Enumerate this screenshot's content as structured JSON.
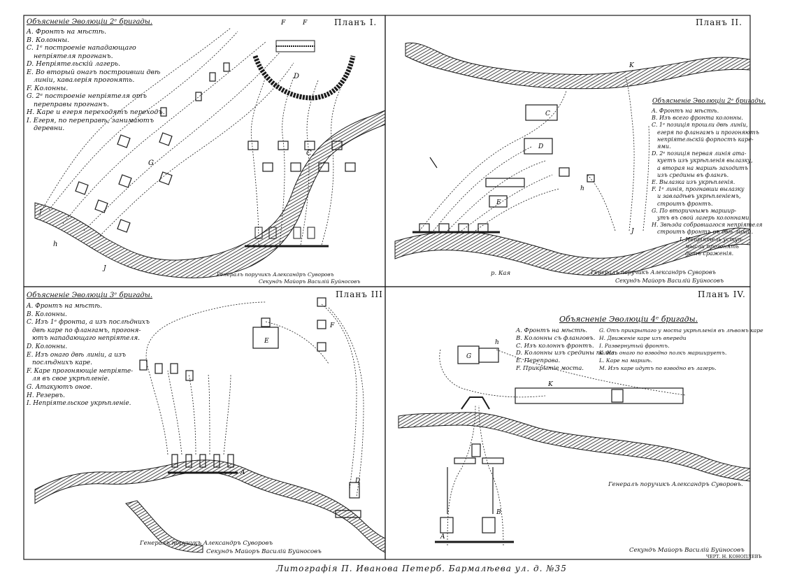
{
  "plans": {
    "p1": {
      "title": "Планъ I.",
      "legend_title": "Объясненіе Эволюціи 2ᵉ бригады.",
      "legend": [
        "A. Фронтъ на мѣстѣ.",
        "B. Колонны.",
        "C. 1ᵉ построеніе нападающаго",
        "непріятеля прогнанъ.",
        "D. Непріятельскій лагерь.",
        "E. Во вторый онагъ построивши двѣ",
        "линіи, кавалерія прогонять.",
        "F. Колонны.",
        "G. 2ᵉ построеніе непріятеля отъ",
        "переправы прогнанъ.",
        "H. Каре и егеря переходятъ переходъ.",
        "I. Егеря, по переправѣ, занимаютъ",
        "деревни."
      ],
      "signature_1": "Генералъ поручикъ Александръ Суворовъ",
      "signature_2": "Секундъ Майоръ Василій Буйносовъ"
    },
    "p2": {
      "title": "Планъ II.",
      "legend_title": "Объясненіе Эволюціи 2ᵉ бригады.",
      "legend": [
        "A. Фронтъ на мѣстѣ.",
        "B. Изъ всего фронта колонны.",
        "C. 1ᵉ позиція прошли двѣ линіи,",
        "егеря по флангамъ и прогоняютъ",
        "непріятельскій форпостъ каре-",
        "ями.",
        "D. 2ᵉ позиція первая линія ата-",
        "куетъ изъ укрѣпленія вылазку,",
        "а вторая на маршѣ заходитъ",
        "изъ средины въ флангъ.",
        "E. Вылазка изъ укрѣпленія.",
        "F. 1ᵉ линія, прогнавши вылазку",
        "и завладѣвъ укрѣпленіемъ,",
        "строитъ фронтъ.",
        "G. По вторичнымъ маршир-",
        "утъ въ свой лагерь колоннами.",
        "H. Звѣзда собравшагося непріятеля",
        "строитъ фронтъ въ двѣ линіи.",
        "I. Непріятель уступ-",
        "мысли прогонять",
        "дотъ сраженія."
      ],
      "river_label": "р. Кая",
      "signature_1": "Генералъ поручикъ Александръ Суворовъ",
      "signature_2": "Секундъ Майоръ Василій Буйносовъ"
    },
    "p3": {
      "title": "Планъ III",
      "legend_title": "Объясненіе Эволюціи 3ᵉ бригады.",
      "legend": [
        "A. Фронтъ на мѣстѣ.",
        "B. Колонны.",
        "C. Изъ 1ᵉ фронта, а изъ послѣднихъ",
        "двѣ каре по флангамъ, прогоня-",
        "ютъ нападающаго непріятеля.",
        "D. Колонны.",
        "E. Изъ онаго двѣ линіи, а изъ",
        "послѣднихъ каре.",
        "F. Каре прогоняющіе непріяте-",
        "ля въ свое укрѣпленіе.",
        "G. Атакуютъ оное.",
        "H. Резервъ.",
        "I. Непріятельское укрѣпленіе."
      ],
      "signature_1": "Генералъ поручикъ Александръ Суворовъ",
      "signature_2": "Секундъ Майоръ Василій Буйносовъ"
    },
    "p4": {
      "title": "Планъ IV.",
      "legend_title": "Объясненіе Эволюціи 4ᵉ бригады.",
      "legend_left": [
        "A. Фронтъ на мѣстѣ.",
        "B. Колонны съ фланговъ.",
        "C. Изъ колоннъ фронтъ.",
        "D. Колонны изъ средины полка.",
        "E. Переправа.",
        "F. Прикрытіе моста."
      ],
      "legend_right": [
        "G. Отъ прикрытаго у моста укрѣпленія въ лѣвомъ каре",
        "H. Движеніе каре изъ впереди",
        "I. Развернутый фронтъ.",
        "K. Изъ онаго по взводно полкъ маршируетъ.",
        "L. Каре на маршѣ.",
        "M. Изъ каре идутъ по взводно въ лагерь."
      ],
      "signature_1": "Генералъ поручикъ Александръ Суворовъ.",
      "signature_2": "Секундъ Майоръ Василій Буйносовъ"
    }
  },
  "engraver": "ЧЕРТ. Н. КОНОПЛЕВЪ",
  "footer": "Литографія П. Иванова Петерб. Бармалѣева ул. д. №35",
  "colors": {
    "ink": "#1a1a1a",
    "paper": "#ffffff"
  }
}
